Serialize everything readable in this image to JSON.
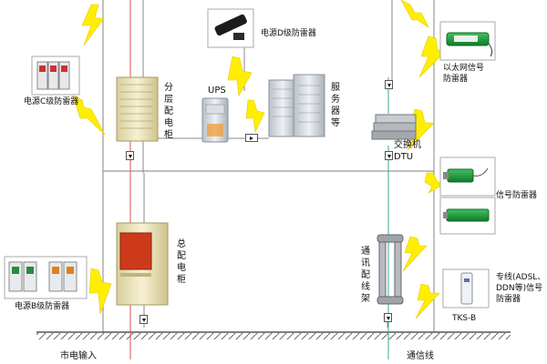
{
  "labels": {
    "power_c": "电源C级防雷器",
    "power_d": "电源D级防雷器",
    "power_b": "电源B级防雷器",
    "floor_cabinet": "分层配电柜",
    "ups": "UPS",
    "server": "服务器等",
    "switch": "交换机",
    "dtu": "DTU",
    "ethernet_line1": "以太网信号",
    "ethernet_line2": "防雷器",
    "signal_protector": "信号防雷器",
    "main_cabinet": "总配电柜",
    "comm_rack": "通讯配线架",
    "tks": "TKS-B",
    "leased_line1": "专线(ADSL、",
    "leased_line2": "DDN等)信号",
    "leased_line3": "防雷器",
    "mains_input": "市电输入",
    "comm_line": "通信线"
  },
  "colors": {
    "lightning": "#ffee00",
    "power_line": "#e05050",
    "comm_line": "#30b080",
    "frame": "#999999",
    "cabinet": "#f3ecc4",
    "protector_green": "#1f9a3c"
  }
}
